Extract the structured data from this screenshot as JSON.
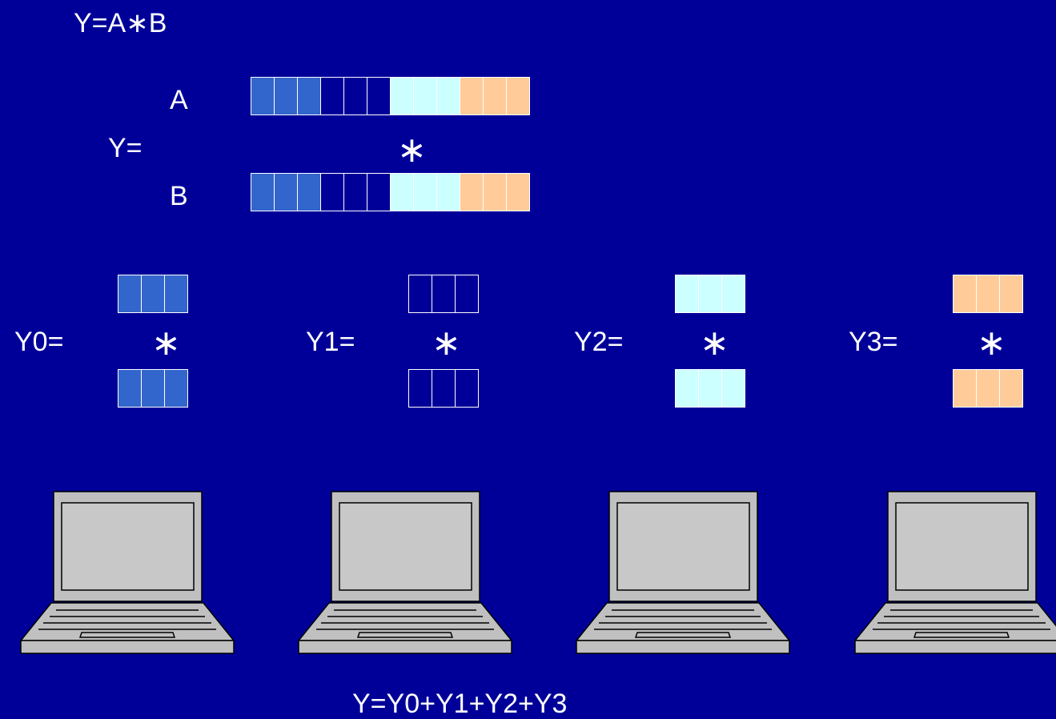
{
  "formula_top": "Y=A∗B",
  "label_a": "A",
  "label_b": "B",
  "label_y": "Y=",
  "multiply_symbol": "∗",
  "partials": [
    {
      "label": "Y0="
    },
    {
      "label": "Y1="
    },
    {
      "label": "Y2="
    },
    {
      "label": "Y3="
    }
  ],
  "formula_bottom": "Y=Y0+Y1+Y2+Y3",
  "colors": {
    "background": "#000099",
    "group0": "#3366cc",
    "group1": "#000099",
    "group2": "#ccffff",
    "group3": "#ffcc99",
    "laptop_body": "#c0c0c0",
    "laptop_screen": "#c8c8c8"
  },
  "vector_groups": [
    "group0",
    "group1",
    "group2",
    "group3"
  ],
  "icons": [
    "laptop-icon",
    "laptop-icon",
    "laptop-icon",
    "laptop-icon"
  ]
}
